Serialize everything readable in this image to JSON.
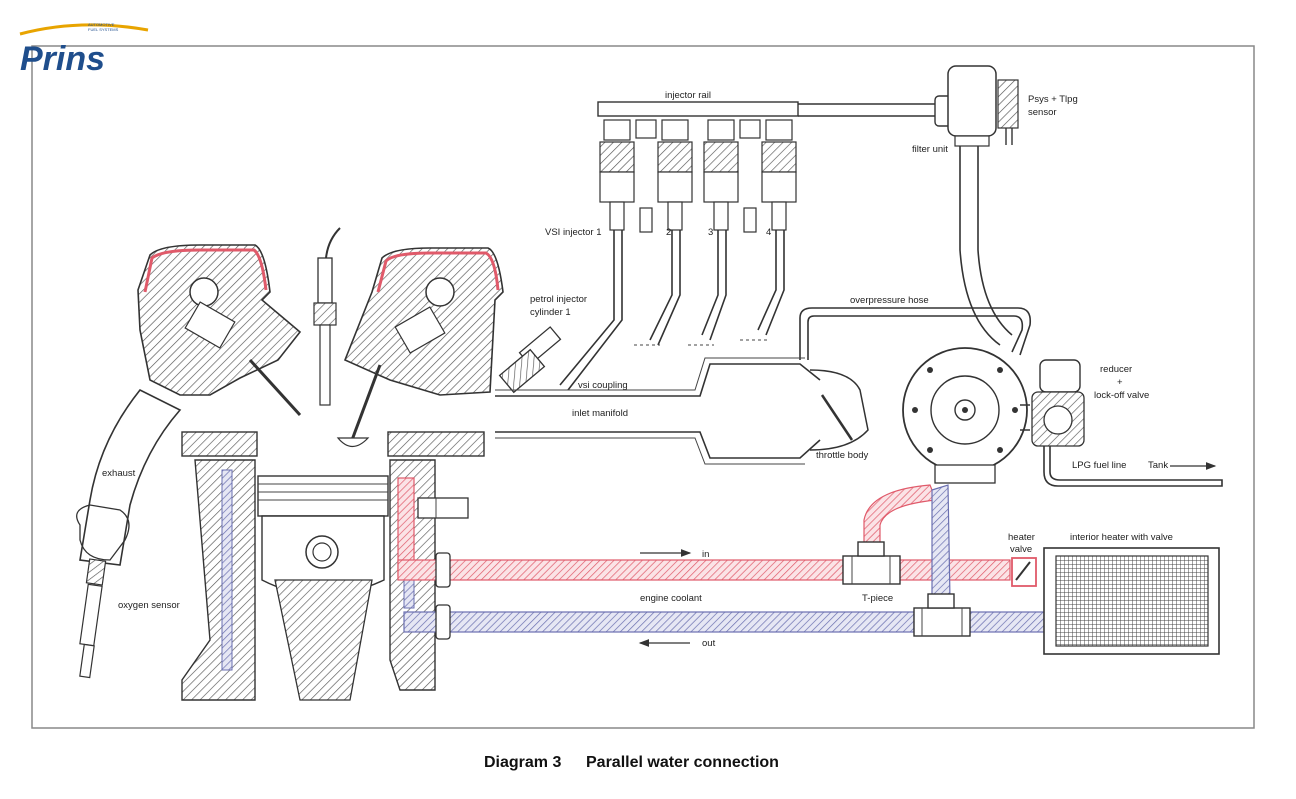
{
  "logo": {
    "brand": "Prins",
    "tagline_1": "AUTOMOTIVE",
    "tagline_2": "FUEL SYSTEMS"
  },
  "caption": {
    "number": "Diagram 3",
    "title": "Parallel water connection"
  },
  "labels": {
    "injector_rail": "injector rail",
    "psys_sensor_1": "Psys + Tlpg",
    "psys_sensor_2": "sensor",
    "filter_unit": "filter unit",
    "vsi_injector": "VSI injector 1",
    "inj_2": "2",
    "inj_3": "3",
    "inj_4": "4",
    "petrol_injector_1": "petrol injector",
    "petrol_injector_2": "cylinder 1",
    "overpressure_hose": "overpressure hose",
    "vsi_coupling": "vsi coupling",
    "inlet_manifold": "inlet manifold",
    "throttle_body": "throttle body",
    "reducer_1": "reducer",
    "reducer_2": "+",
    "reducer_3": "lock-off valve",
    "lpg_fuel_line": "LPG fuel line",
    "tank": "Tank",
    "exhaust": "exhaust",
    "oxygen_sensor": "oxygen sensor",
    "in": "in",
    "engine_coolant": "engine coolant",
    "out": "out",
    "t_piece": "T-piece",
    "heater_valve_1": "heater",
    "heater_valve_2": "valve",
    "interior_heater": "interior heater with valve"
  },
  "colors": {
    "hot_coolant": "#e05a6a",
    "cold_coolant": "#6a6fb0",
    "line": "#333333",
    "logo_blue": "#1f4e8c",
    "logo_gold": "#e8a400"
  }
}
